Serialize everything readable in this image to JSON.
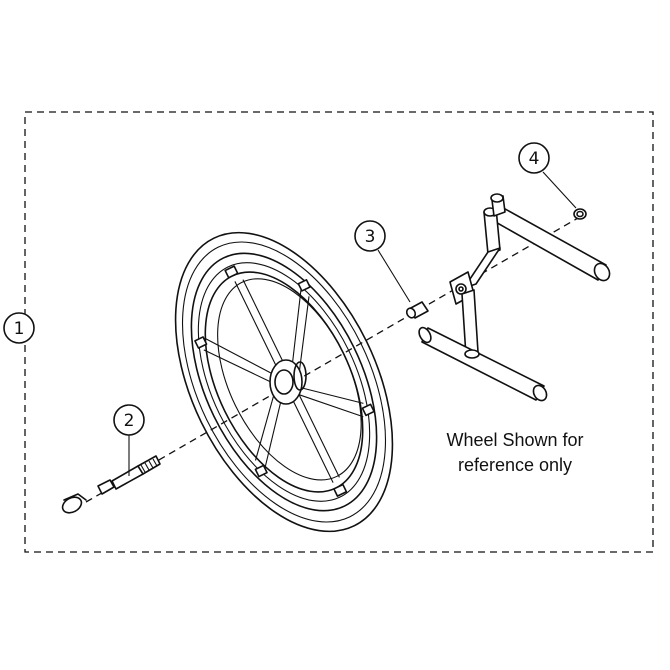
{
  "callouts": [
    {
      "label": "1",
      "part": "frame-assembly"
    },
    {
      "label": "2",
      "part": "axle-bolt"
    },
    {
      "label": "3",
      "part": "spacer-bushing"
    },
    {
      "label": "4",
      "part": "lock-nut"
    }
  ],
  "note": {
    "line1": "Wheel Shown for",
    "line2": "reference only"
  }
}
